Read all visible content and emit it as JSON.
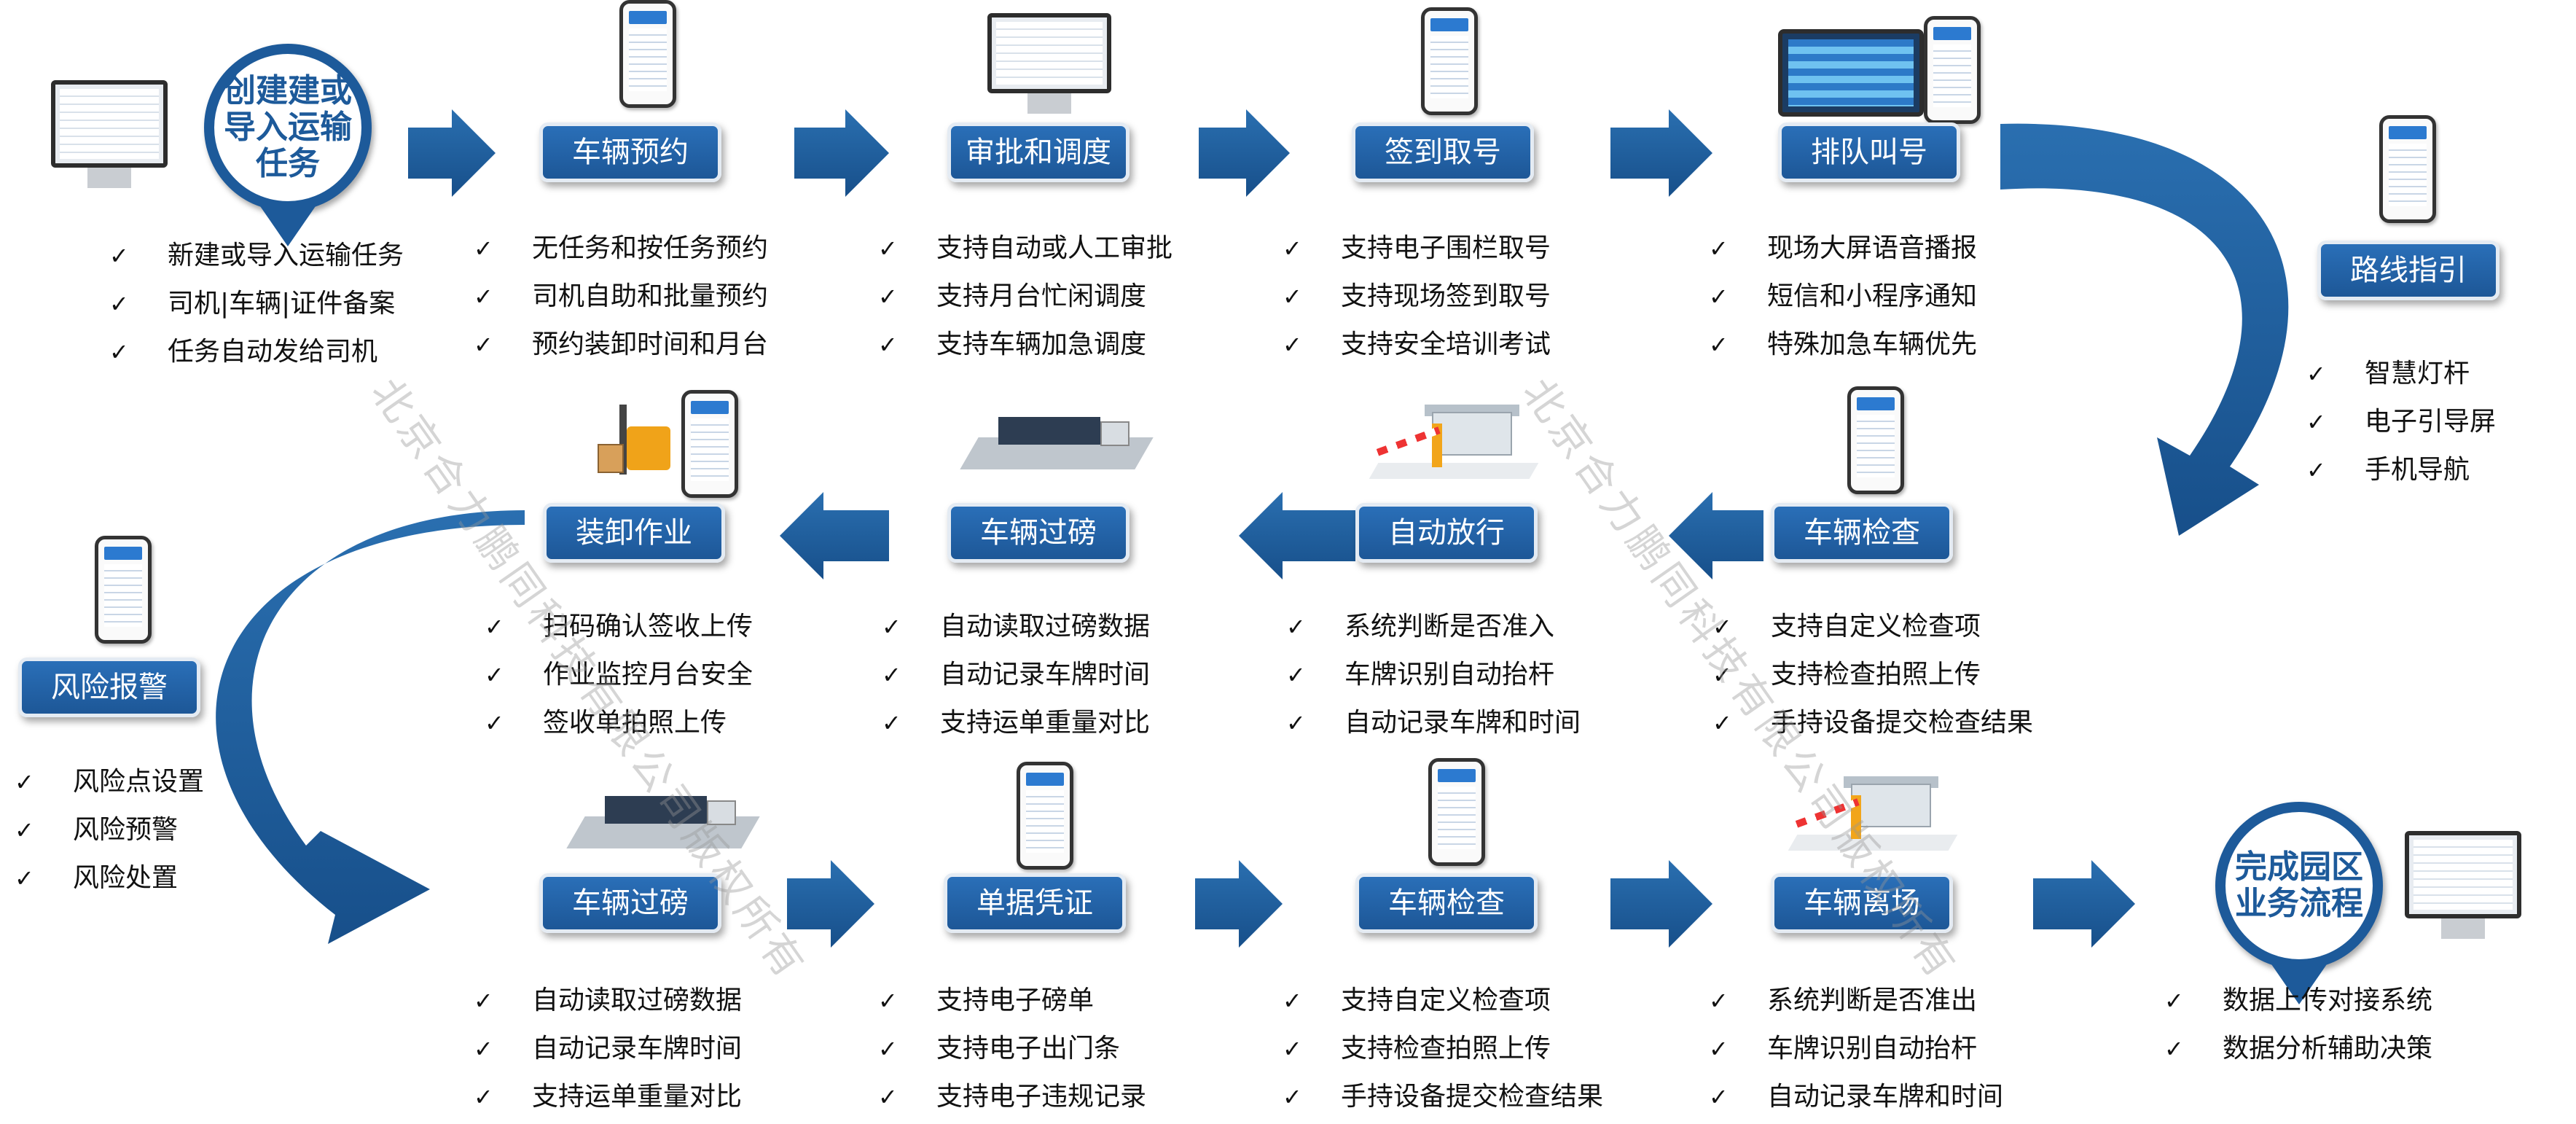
{
  "start": {
    "title": "创建建或\n导入运输\n任务",
    "items": [
      "新建或导入运输任务",
      "司机|车辆|证件备案",
      "任务自动发给司机"
    ]
  },
  "row1": [
    {
      "label": "车辆预约",
      "items": [
        "无任务和按任务预约",
        "司机自助和批量预约",
        "预约装卸时间和月台"
      ]
    },
    {
      "label": "审批和调度",
      "items": [
        "支持自动或人工审批",
        "支持月台忙闲调度",
        "支持车辆加急调度"
      ]
    },
    {
      "label": "签到取号",
      "items": [
        "支持电子围栏取号",
        "支持现场签到取号",
        "支持安全培训考试"
      ]
    },
    {
      "label": "排队叫号",
      "items": [
        "现场大屏语音播报",
        "短信和小程序通知",
        "特殊加急车辆优先"
      ]
    }
  ],
  "route": {
    "label": "路线指引",
    "items": [
      "智慧灯杆",
      "电子引导屏",
      "手机导航"
    ]
  },
  "row2": [
    {
      "label": "装卸作业",
      "items": [
        "扫码确认签收上传",
        "作业监控月台安全",
        "签收单拍照上传"
      ]
    },
    {
      "label": "车辆过磅",
      "items": [
        "自动读取过磅数据",
        "自动记录车牌时间",
        "支持运单重量对比"
      ]
    },
    {
      "label": "自动放行",
      "items": [
        "系统判断是否准入",
        "车牌识别自动抬杆",
        "自动记录车牌和时间"
      ]
    },
    {
      "label": "车辆检查",
      "items": [
        "支持自定义检查项",
        "支持检查拍照上传",
        "手持设备提交检查结果"
      ]
    }
  ],
  "risk": {
    "label": "风险报警",
    "items": [
      "风险点设置",
      "风险预警",
      "风险处置"
    ]
  },
  "row3": [
    {
      "label": "车辆过磅",
      "items": [
        "自动读取过磅数据",
        "自动记录车牌时间",
        "支持运单重量对比"
      ]
    },
    {
      "label": "单据凭证",
      "items": [
        "支持电子磅单",
        "支持电子出门条",
        "支持电子违规记录"
      ]
    },
    {
      "label": "车辆检查",
      "items": [
        "支持自定义检查项",
        "支持检查拍照上传",
        "手持设备提交检查结果"
      ]
    },
    {
      "label": "车辆离场",
      "items": [
        "系统判断是否准出",
        "车牌识别自动抬杆",
        "自动记录车牌和时间"
      ]
    }
  ],
  "end": {
    "title": "完成园区\n业务流程",
    "items": [
      "数据上传对接系统",
      "数据分析辅助决策"
    ]
  },
  "watermark": [
    "北京合力鹏同科技有限公司版权所有",
    "北京合力鹏同科技有限公司版权所有"
  ],
  "colors": {
    "primary": "#1d5a9a",
    "stage_fill": "#2a6fb8"
  },
  "icons": [
    "monitor-icon",
    "phone-icon",
    "big-screen-icon",
    "truck-scale-icon",
    "barrier-gate-icon",
    "forklift-icon"
  ]
}
